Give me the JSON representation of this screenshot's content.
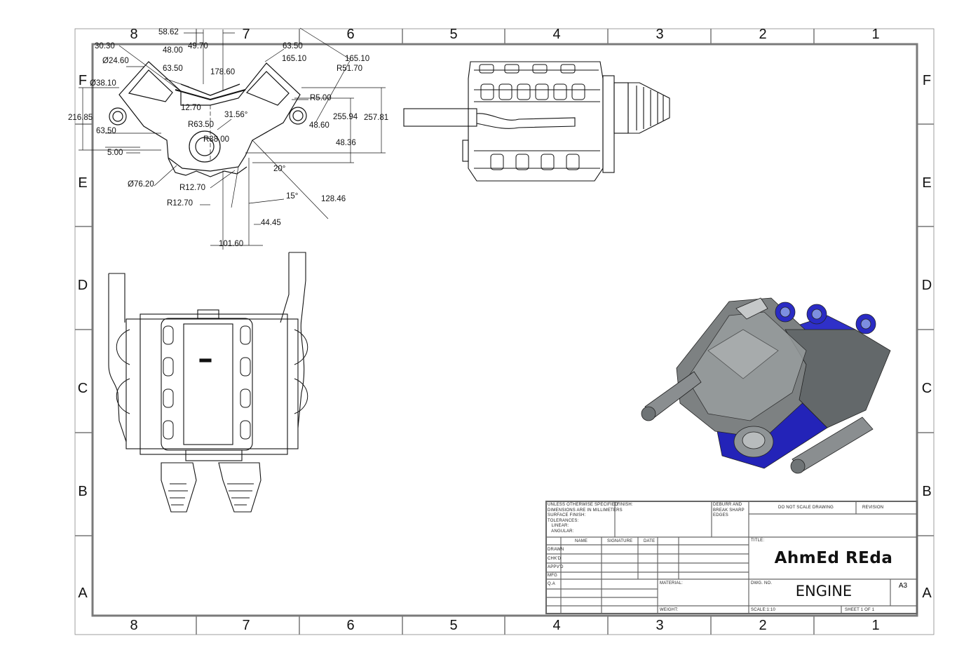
{
  "zones": {
    "columns": [
      "8",
      "7",
      "6",
      "5",
      "4",
      "3",
      "2",
      "1"
    ],
    "rows": [
      "F",
      "E",
      "D",
      "C",
      "B",
      "A"
    ]
  },
  "dimensions": {
    "d1": "58.62",
    "d2": "30.30",
    "d3": "48.00",
    "d4": "49.70",
    "d5": "Ø24.60",
    "d6": "63.50",
    "d7": "63.50",
    "d8": "165.10",
    "d9": "165.10",
    "d10": "R51.70",
    "d11": "Ø38.10",
    "d12": "178.60",
    "d13": "R5.00",
    "d14": "12.70",
    "d15": "31.56°",
    "d16": "216.85",
    "d17": "63.50",
    "d18": "R63.50",
    "d19": "255.94",
    "d20": "257.81",
    "d21": "48.60",
    "d22": "R38.00",
    "d23": "48.36",
    "d24": "5.00",
    "d25": "20°",
    "d26": "Ø76.20",
    "d27": "R12.70",
    "d28": "R12.70",
    "d29": "15°",
    "d30": "128.46",
    "d31": "44.45",
    "d32": "101.60"
  },
  "title_block": {
    "notes": "UNLESS OTHERWISE SPECIFIED:\nDIMENSIONS ARE IN MILLIMETERS\nSURFACE FINISH:\nTOLERANCES:\n   LINEAR:\n   ANGULAR:",
    "finish_label": "FINISH:",
    "deburr_label": "DEBURR AND\nBREAK SHARP\nEDGES",
    "do_not_scale": "DO NOT SCALE DRAWING",
    "revision_label": "REVISION",
    "title_label": "TITLE:",
    "name_label": "NAME",
    "signature_label": "SIGNATURE",
    "date_label": "DATE",
    "rows": [
      "DRAWN",
      "CHK'D",
      "APPV'D",
      "MFG",
      "Q.A"
    ],
    "material_label": "MATERIAL:",
    "weight_label": "WEIGHT:",
    "dwg_no_label": "DWG. NO.",
    "scale_label": "SCALE:1:10",
    "sheet_label": "SHEET 1 OF 1",
    "author": "AhmEd REda",
    "drawing_number": "ENGINE",
    "size": "A3"
  },
  "colors": {
    "line": "#111111",
    "render_blue": "#2323b8",
    "render_gray": "#6f7476"
  }
}
